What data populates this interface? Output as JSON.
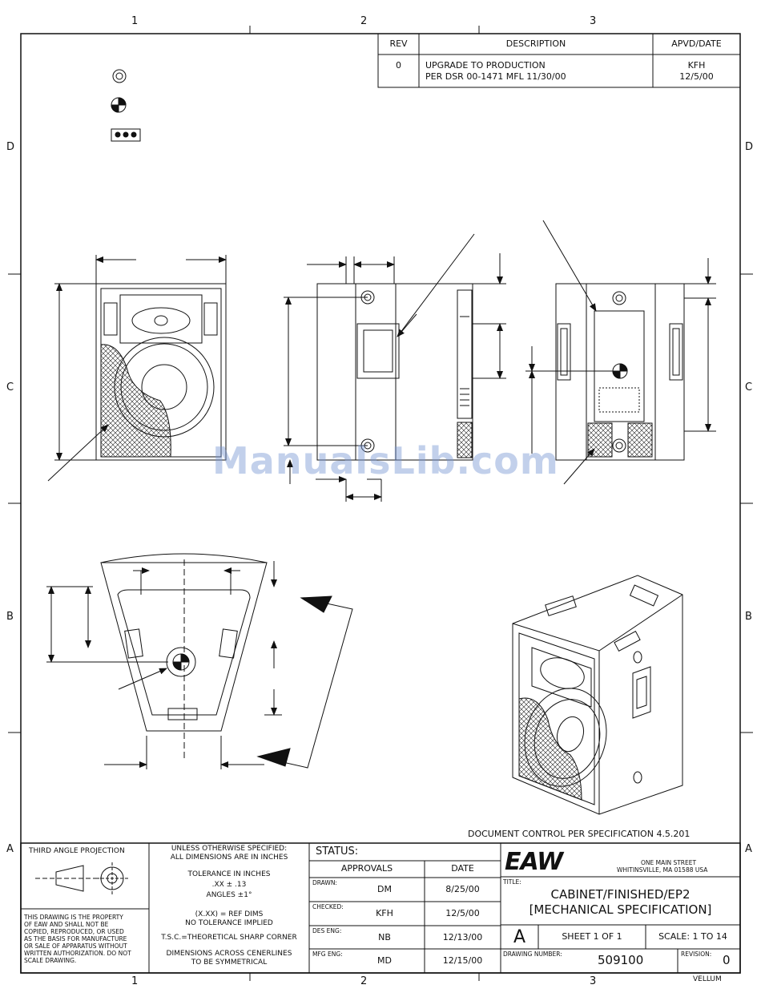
{
  "grid": {
    "top_numbers": [
      "1",
      "2",
      "3"
    ],
    "bottom_numbers": [
      "1",
      "2",
      "3"
    ],
    "left_letters": [
      "D",
      "C",
      "B",
      "A"
    ],
    "right_letters": [
      "D",
      "C",
      "B",
      "A"
    ]
  },
  "revision_table": {
    "headers": {
      "rev": "REV",
      "description": "DESCRIPTION",
      "approved": "APVD/DATE"
    },
    "rows": [
      {
        "rev": "0",
        "description_line1": "UPGRADE TO PRODUCTION",
        "description_line2": "PER DSR 00-1471 MFL 11/30/00",
        "approved_by": "KFH",
        "date": "12/5/00"
      }
    ]
  },
  "watermark": "ManualsLib.com",
  "document_control": "DOCUMENT CONTROL PER SPECIFICATION 4.5.201",
  "projection": {
    "label": "THIRD ANGLE PROJECTION"
  },
  "property_notice": [
    "THIS DRAWING IS THE PROPERTY",
    "OF EAW AND SHALL NOT BE",
    "COPIED, REPRODUCED, OR USED",
    "AS THE BASIS FOR MANUFACTURE",
    "OR SALE OF APPARATUS WITHOUT",
    "WRITTEN AUTHORIZATION. DO NOT",
    "SCALE DRAWING."
  ],
  "tolerance": {
    "line1": "UNLESS OTHERWISE SPECIFIED:",
    "line2": "ALL DIMENSIONS ARE IN INCHES",
    "tol_title": "TOLERANCE IN INCHES",
    "tol_xx": ".XX ± .13",
    "tol_angles": "ANGLES ±1°",
    "ref_dims": "(X.XX) = REF DIMS",
    "no_tol": "NO TOLERANCE IMPLIED",
    "tsc": "T.S.C.=THEORETICAL SHARP CORNER",
    "across1": "DIMENSIONS ACROSS CENERLINES",
    "across2": "TO BE SYMMETRICAL"
  },
  "status": {
    "label": "STATUS:",
    "approvals_header": "APPROVALS",
    "date_header": "DATE",
    "rows": [
      {
        "role": "DRAWN:",
        "name": "DM",
        "date": "8/25/00"
      },
      {
        "role": "CHECKED:",
        "name": "KFH",
        "date": "12/5/00"
      },
      {
        "role": "DES ENG:",
        "name": "NB",
        "date": "12/13/00"
      },
      {
        "role": "MFG ENG:",
        "name": "MD",
        "date": "12/15/00"
      }
    ]
  },
  "title_block": {
    "logo": "EAW",
    "address1": "ONE MAIN STREET",
    "address2": "WHITINSVILLE, MA   01588   USA",
    "title_label": "TITLE:",
    "title_line1": "CABINET/FINISHED/EP2",
    "title_line2": "[MECHANICAL SPECIFICATION]",
    "size": "A",
    "sheet": "SHEET 1 OF 1",
    "scale": "SCALE: 1 TO 14",
    "drawing_number_label": "DRAWING NUMBER:",
    "drawing_number": "509100",
    "revision_label": "REVISION:",
    "revision": "0",
    "vellum": "VELLUM"
  }
}
